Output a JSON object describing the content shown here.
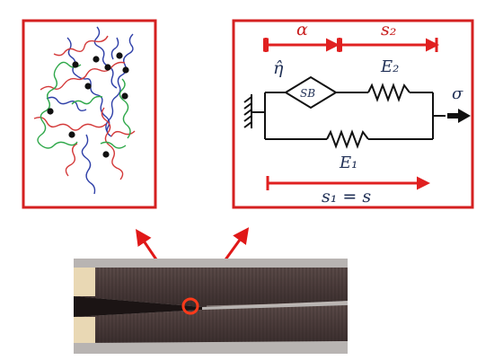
{
  "network_panel": {
    "border_color": "#d42020",
    "chain_colors": [
      "#2e3fa8",
      "#d43a3a",
      "#2fa84a"
    ],
    "crosslink_color": "#111111"
  },
  "model_panel": {
    "border_color": "#d42020",
    "labels": {
      "alpha": "α",
      "s2": "s₂",
      "eta": "η̂",
      "sb": "SB",
      "e2": "E₂",
      "sigma": "σ",
      "e1": "E₁",
      "s1": "s₁ = s"
    },
    "arrow_color": "#e02020",
    "wire_color": "#111111"
  },
  "photo": {
    "description_icon": "crack-tip-photo",
    "marker_color": "#ff3a1a"
  },
  "pointer_arrows": {
    "color": "#e01818"
  }
}
